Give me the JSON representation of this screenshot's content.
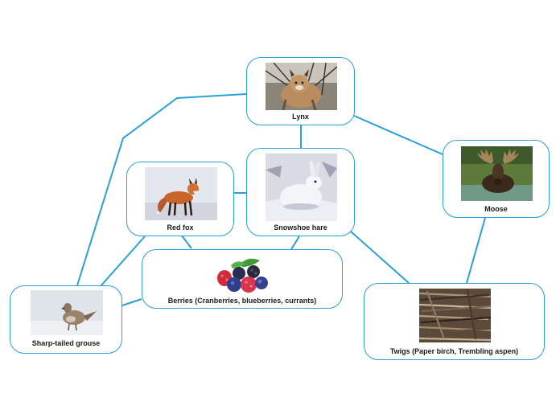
{
  "diagram": {
    "line_color": "#2a9fd8",
    "nodes": {
      "lynx": {
        "label": "Lynx",
        "picture": "lynx"
      },
      "snowshoe_hare": {
        "label": "Snowshoe hare",
        "picture": "snowshoe-hare"
      },
      "red_fox": {
        "label": "Red fox",
        "picture": "red-fox"
      },
      "moose": {
        "label": "Moose",
        "picture": "moose"
      },
      "berries": {
        "label": "Berries (Cranberries, blueberries, currants)",
        "picture": "berries"
      },
      "sharp_tailed_grouse": {
        "label": "Sharp-tailed grouse",
        "picture": "sharp-tailed-grouse"
      },
      "twigs": {
        "label": "Twigs (Paper birch, Trembling aspen)",
        "picture": "twigs"
      }
    },
    "links": [
      [
        "lynx",
        "snowshoe_hare"
      ],
      [
        "lynx",
        "moose"
      ],
      [
        "lynx",
        "sharp_tailed_grouse"
      ],
      [
        "red_fox",
        "snowshoe_hare"
      ],
      [
        "red_fox",
        "berries"
      ],
      [
        "red_fox",
        "sharp_tailed_grouse"
      ],
      [
        "snowshoe_hare",
        "berries"
      ],
      [
        "snowshoe_hare",
        "twigs"
      ],
      [
        "moose",
        "twigs"
      ],
      [
        "berries",
        "sharp_tailed_grouse"
      ]
    ]
  }
}
